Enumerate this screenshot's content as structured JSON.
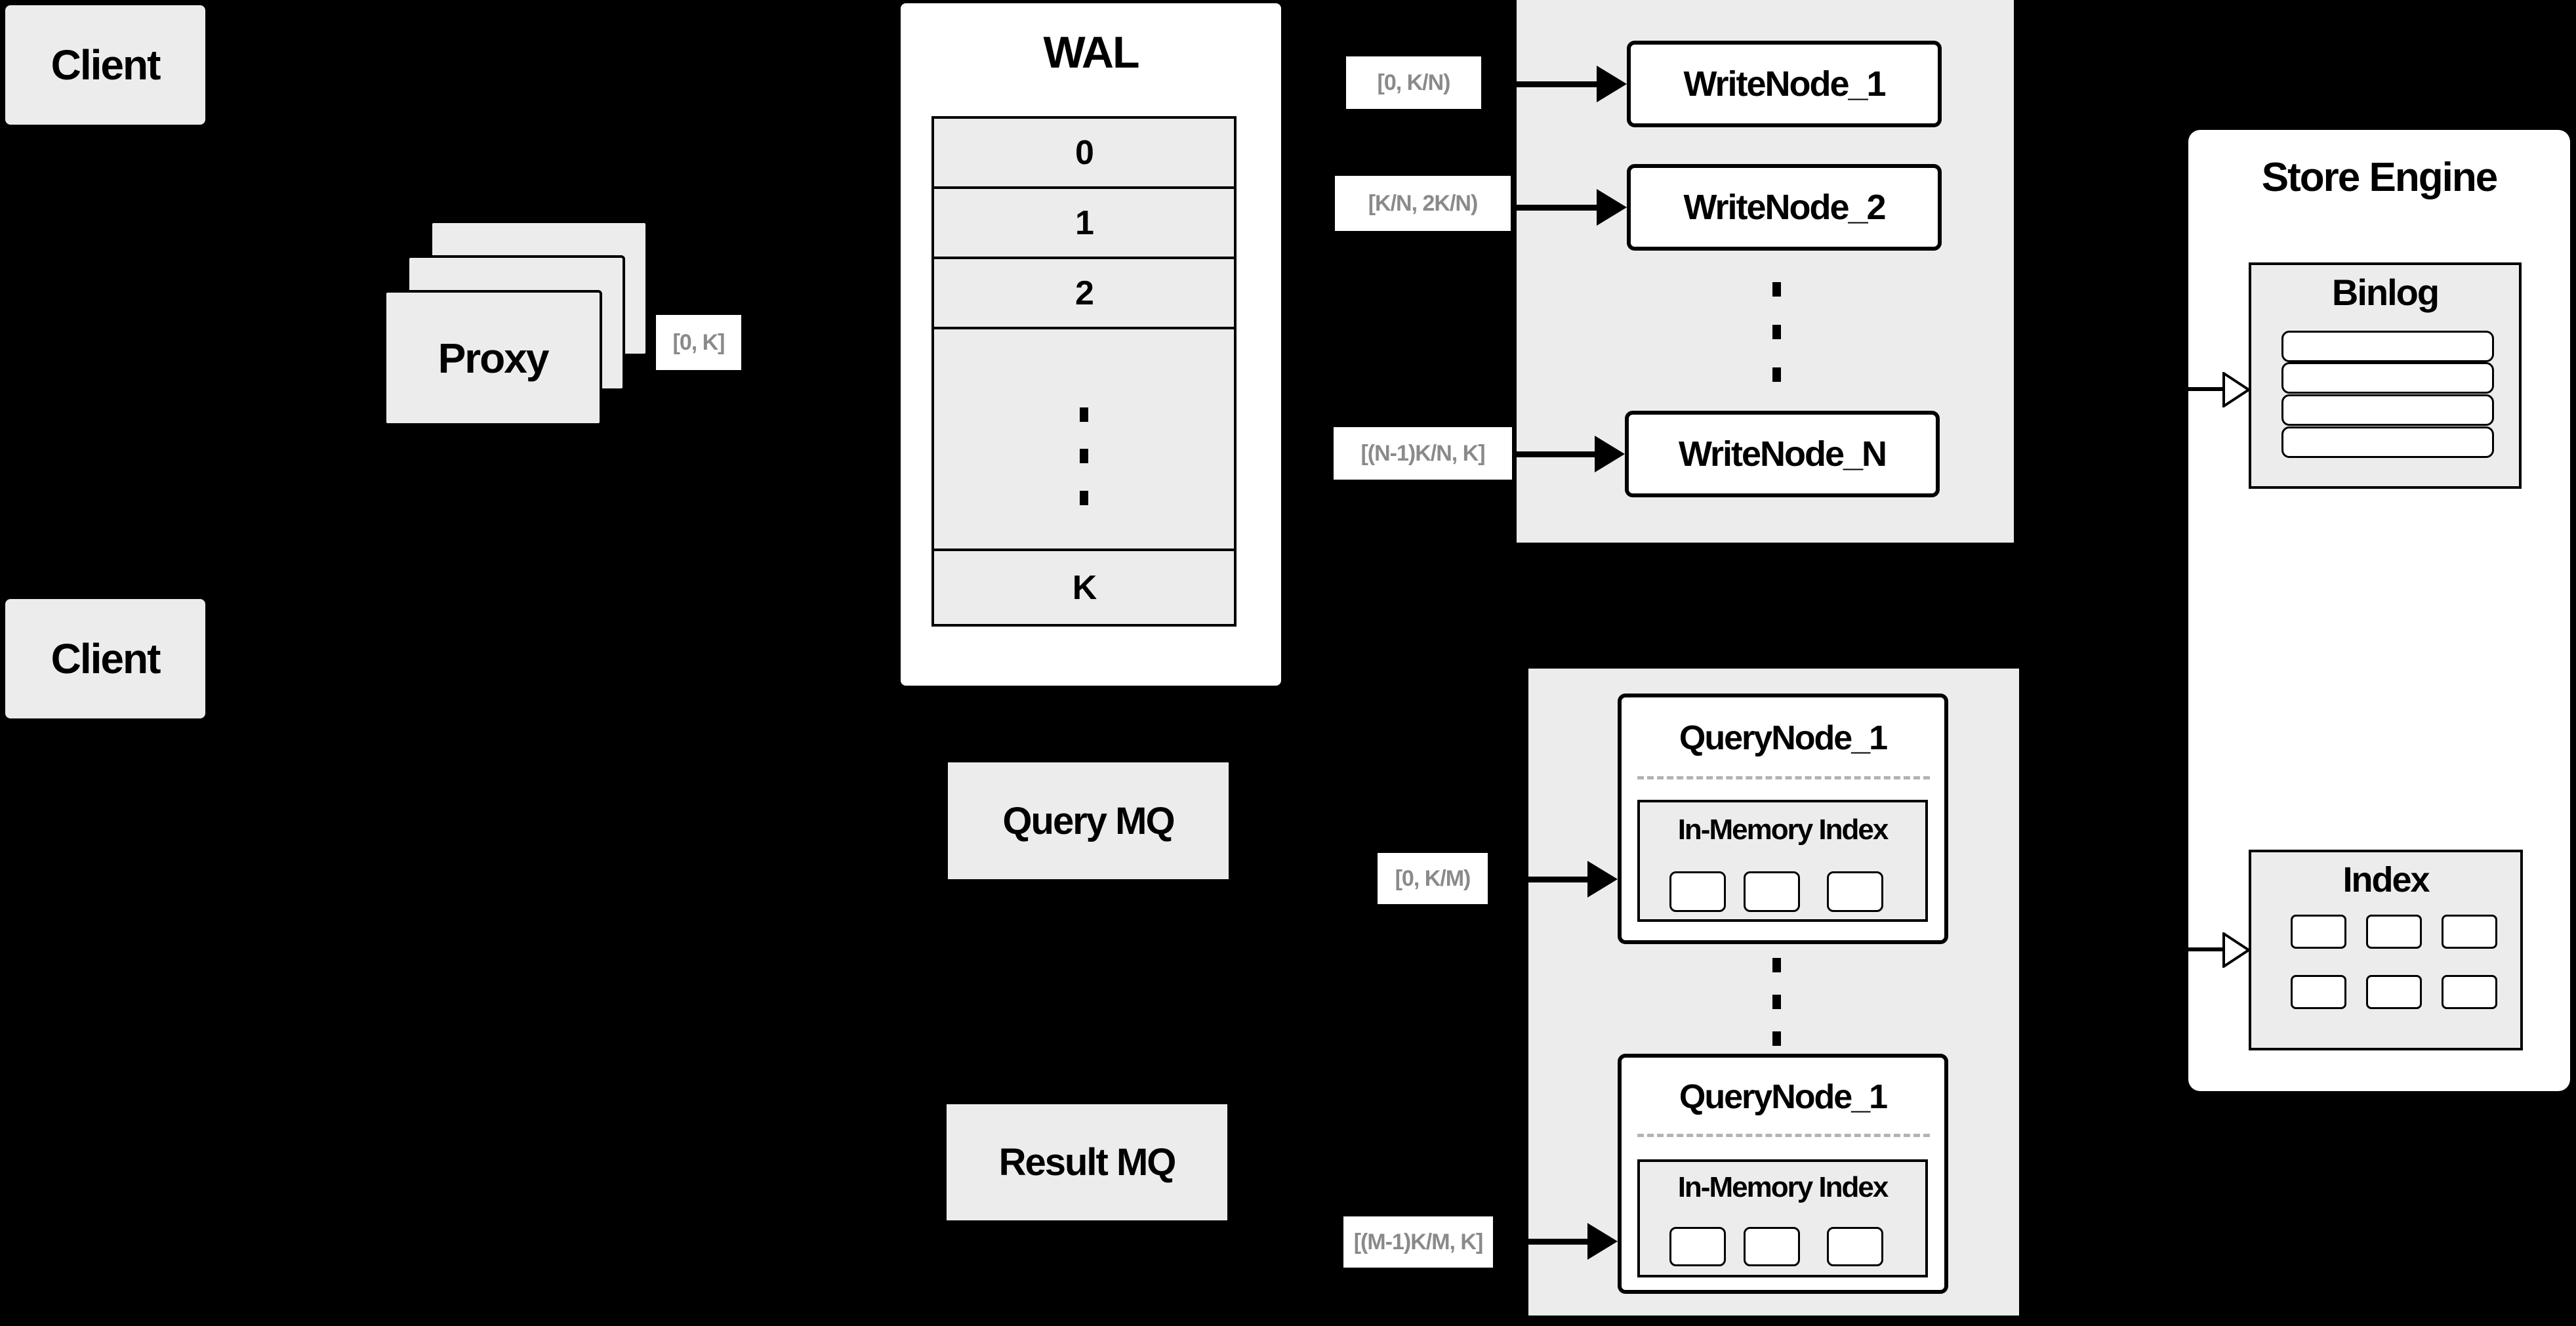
{
  "colors": {
    "background": "#000000",
    "box_gray": "#ececec",
    "white": "#ffffff",
    "border": "#000000",
    "range_text": "#8a8a8a",
    "dashed_line": "#b3b3b3"
  },
  "clients": {
    "top_label": "Client",
    "bottom_label": "Client"
  },
  "proxy": {
    "label": "Proxy",
    "range": "[0, K]"
  },
  "wal": {
    "title": "WAL",
    "segments": [
      "0",
      "1",
      "2"
    ],
    "last_segment": "K"
  },
  "write_group": {
    "nodes": [
      {
        "range": "[0, K/N)",
        "label": "WriteNode_1"
      },
      {
        "range": "[K/N, 2K/N)",
        "label": "WriteNode_2"
      },
      {
        "range": "[(N-1)K/N, K]",
        "label": "WriteNode_N"
      }
    ]
  },
  "message_queues": {
    "query": "Query MQ",
    "result": "Result MQ"
  },
  "query_group": {
    "nodes": [
      {
        "range": "[0, K/M)",
        "title": "QueryNode_1",
        "index_title": "In-Memory Index"
      },
      {
        "range": "[(M-1)K/M, K]",
        "title": "QueryNode_1",
        "index_title": "In-Memory Index"
      }
    ]
  },
  "store_engine": {
    "title": "Store Engine",
    "binlog_title": "Binlog",
    "index_title": "Index"
  }
}
